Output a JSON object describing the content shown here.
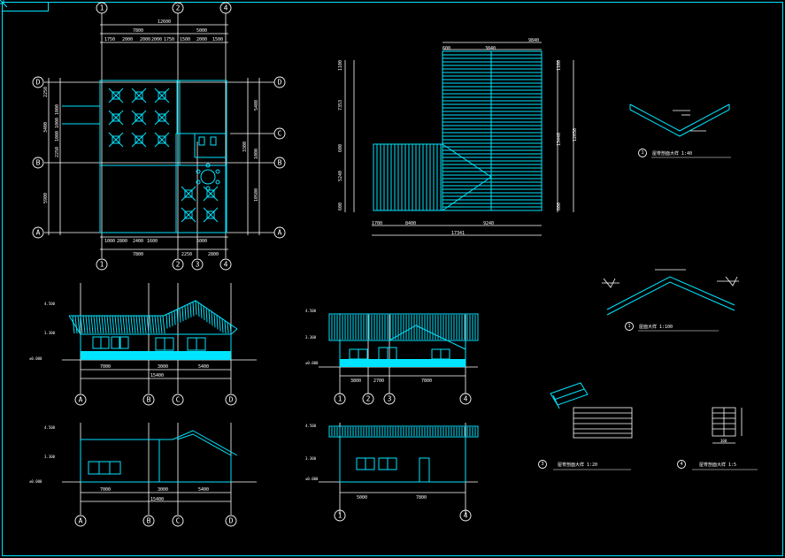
{
  "plan": {
    "grid_top": [
      "1",
      "2",
      "4"
    ],
    "grid_bottom": [
      "1",
      "2",
      "3",
      "4"
    ],
    "grid_left": [
      "D",
      "B",
      "A"
    ],
    "grid_right": [
      "D",
      "C",
      "B",
      "A"
    ],
    "top_total": "12600",
    "top_mid": [
      "7800",
      "5000"
    ],
    "top_small": [
      "1750",
      "2000",
      "2000",
      "2000",
      "1750",
      "1500",
      "2000",
      "1500"
    ],
    "bottom_small": [
      "1000",
      "2800",
      "2400",
      "1600",
      "5000"
    ],
    "bottom_mid": [
      "7800",
      "2250",
      "2800"
    ],
    "left_dims": [
      "2250",
      "1000",
      "1000",
      "1000",
      "2250",
      "3400",
      "5900"
    ],
    "right_dims": [
      "5400",
      "3300",
      "1000",
      "10500"
    ]
  },
  "roof_plan": {
    "top_dims": [
      "600",
      "3840",
      "9840"
    ],
    "bottom_dims": [
      "1700",
      "8400",
      "9240",
      "17341"
    ],
    "left_dims": [
      "1100",
      "7353",
      "600",
      "5240",
      "600"
    ],
    "right_dims": [
      "1100",
      "13440",
      "12650",
      "600"
    ]
  },
  "detail1": {
    "num": "1",
    "label": "屋脊剖面大样 1:40"
  },
  "detail2": {
    "num": "1",
    "label": "屋面大样 1:100"
  },
  "detail3": {
    "num": "3",
    "label": "屋脊剖面大样 1:20"
  },
  "detail4": {
    "num": "4",
    "label": "屋脊剖面大样 1:5"
  },
  "elev_a": {
    "axes": [
      "A",
      "B",
      "C",
      "D"
    ],
    "dims": [
      "7000",
      "3000",
      "5400"
    ],
    "total": "15400",
    "levels": [
      "4.500",
      "3.300",
      "±0.000"
    ]
  },
  "elev_b": {
    "axes": [
      "1",
      "2",
      "3",
      "4"
    ],
    "dims": [
      "3800",
      "2700",
      "7800"
    ],
    "levels": [
      "4.500",
      "3.300",
      "±0.000"
    ]
  },
  "elev_c": {
    "axes": [
      "A",
      "B",
      "C",
      "D"
    ],
    "dims": [
      "7000",
      "3000",
      "5400"
    ],
    "total": "15400",
    "levels": [
      "4.500",
      "3.300",
      "±0.000"
    ]
  },
  "elev_d": {
    "axes": [
      "1",
      "4"
    ],
    "dims": [
      "5000",
      "7800"
    ],
    "levels": [
      "4.500",
      "3.300",
      "±0.000"
    ]
  },
  "detail4_size": "300"
}
